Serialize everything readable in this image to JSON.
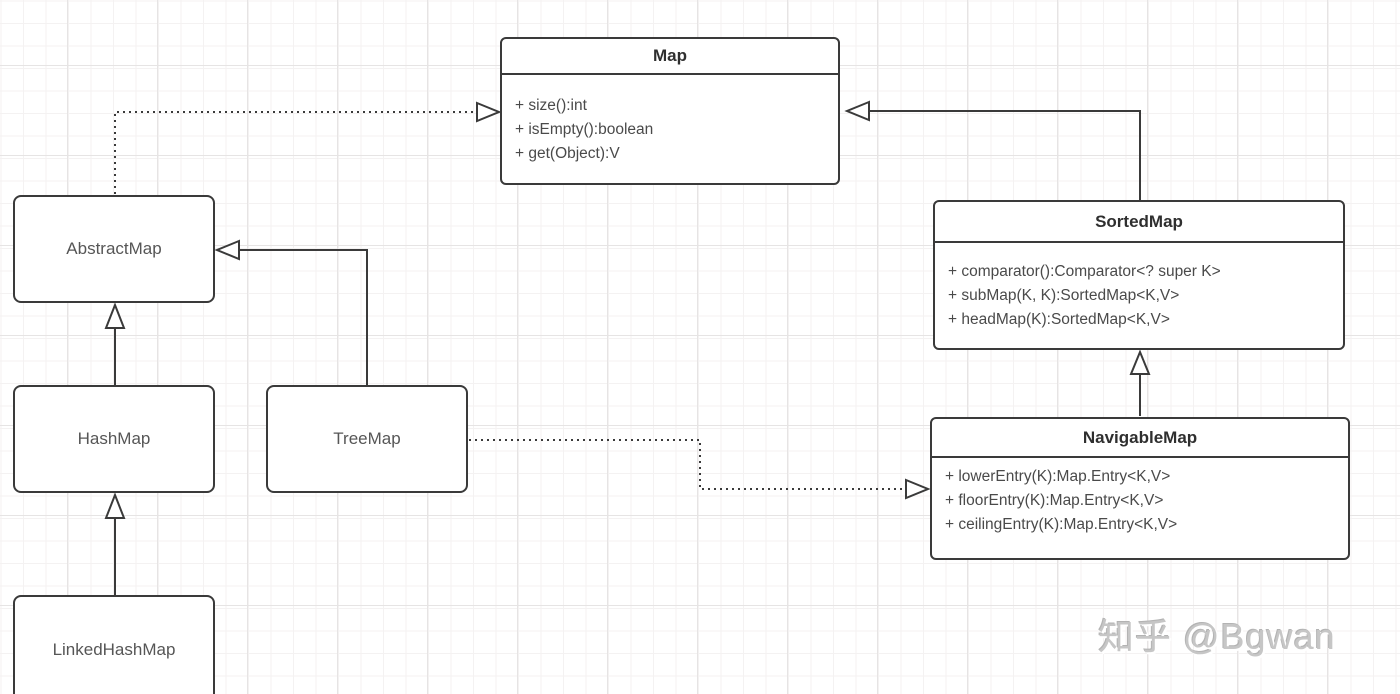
{
  "diagram": {
    "classes": {
      "map": {
        "name": "Map",
        "methods": [
          "+ size():int",
          "+ isEmpty():boolean",
          "+ get(Object):V"
        ]
      },
      "abstractmap": {
        "name": "AbstractMap"
      },
      "sortedmap": {
        "name": "SortedMap",
        "methods": [
          "+ comparator():Comparator<? super K>",
          "+ subMap(K, K):SortedMap<K,V>",
          "+ headMap(K):SortedMap<K,V>"
        ]
      },
      "hashmap": {
        "name": "HashMap"
      },
      "treemap": {
        "name": "TreeMap"
      },
      "navigablemap": {
        "name": "NavigableMap",
        "methods": [
          "+ lowerEntry(K):Map.Entry<K,V>",
          "+ floorEntry(K):Map.Entry<K,V>",
          "+ ceilingEntry(K):Map.Entry<K,V>"
        ]
      },
      "linkedhashmap": {
        "name": "LinkedHashMap"
      }
    },
    "relations": [
      {
        "from": "AbstractMap",
        "to": "Map",
        "line": "dashed",
        "arrow": "hollow-triangle"
      },
      {
        "from": "SortedMap",
        "to": "Map",
        "line": "solid",
        "arrow": "hollow-triangle"
      },
      {
        "from": "HashMap",
        "to": "AbstractMap",
        "line": "solid",
        "arrow": "hollow-triangle"
      },
      {
        "from": "TreeMap",
        "to": "AbstractMap",
        "line": "solid",
        "arrow": "hollow-triangle"
      },
      {
        "from": "LinkedHashMap",
        "to": "HashMap",
        "line": "solid",
        "arrow": "hollow-triangle"
      },
      {
        "from": "TreeMap",
        "to": "NavigableMap",
        "line": "dashed",
        "arrow": "hollow-triangle"
      },
      {
        "from": "NavigableMap",
        "to": "SortedMap",
        "line": "solid",
        "arrow": "hollow-triangle"
      }
    ],
    "colors": {
      "stroke": "#3a3a3a",
      "box_fill": "#ffffff",
      "method_text": "#4a4a4a",
      "grid_minor": "#f4f2f2",
      "grid_major": "#e6e4e4",
      "watermark": "#c6c6c6"
    }
  },
  "watermark": {
    "text": "知乎 @Bgwan"
  }
}
